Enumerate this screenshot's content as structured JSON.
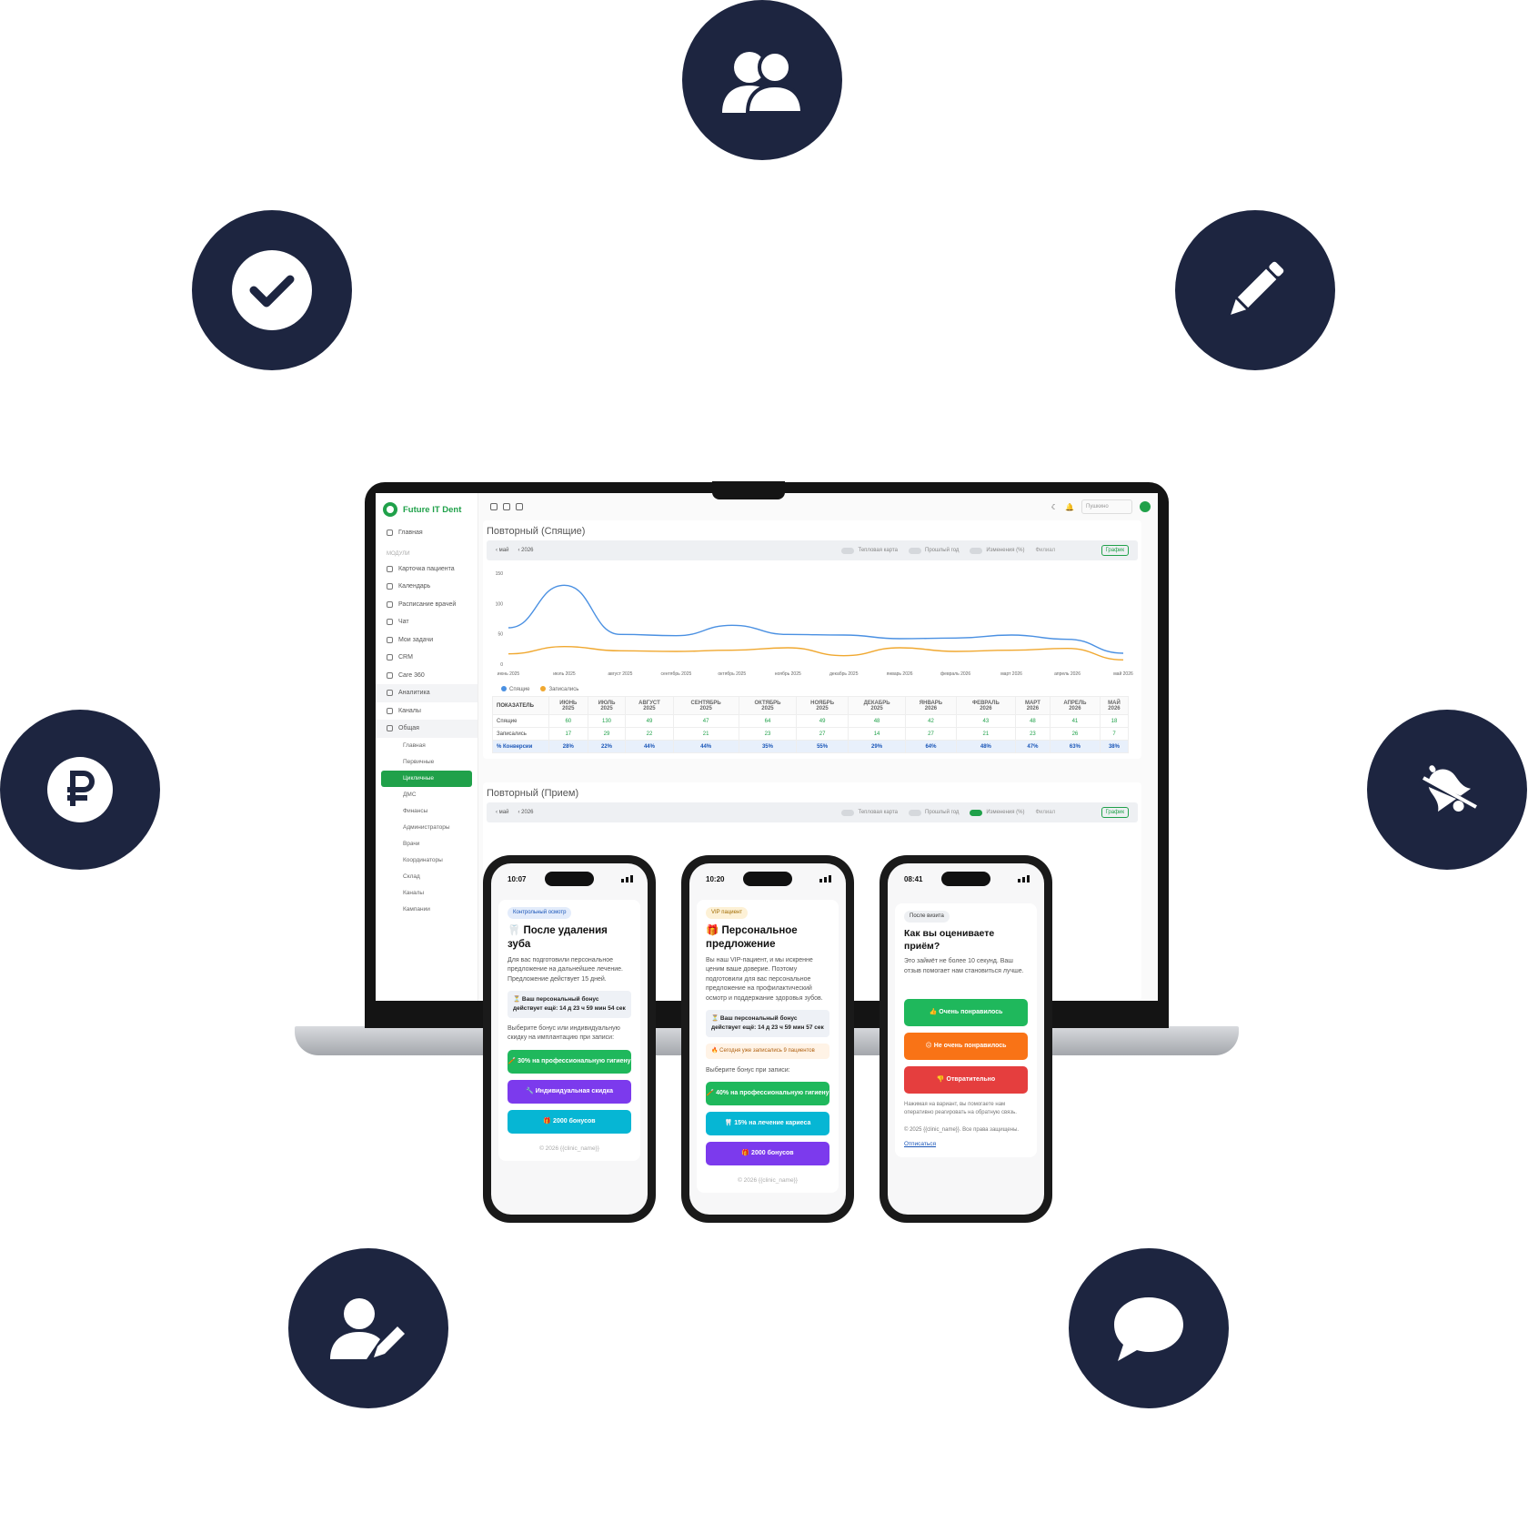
{
  "app": {
    "brand": "Future IT Dent",
    "sidebar": {
      "top_item": "Главная",
      "section_label": "Модули",
      "items": [
        "Карточка пациента",
        "Календарь",
        "Расписание врачей",
        "Чат",
        "Мои задачи",
        "CRM",
        "Care 360",
        "Аналитика"
      ],
      "analytics_items": [
        "Каналы",
        "Общая"
      ],
      "sub_items": [
        "Главная",
        "Первичные",
        "Цикличные",
        "ДМС",
        "Финансы",
        "Администраторы",
        "Врачи",
        "Координаторы",
        "Склад",
        "Каналы",
        "Кампании"
      ],
      "active_sub": "Цикличные"
    },
    "topbar": {
      "select_placeholder": "Пушкино"
    },
    "panel1": {
      "title": "Повторный (Спящие)",
      "nav_month": "май",
      "nav_year": "2026",
      "toggles": [
        "Тепловая карта",
        "Прошлый год",
        "Изменения (%)"
      ],
      "select": "Филиал",
      "graph_button": "График"
    },
    "panel2": {
      "title": "Повторный (Прием)",
      "nav_month": "май",
      "nav_year": "2026",
      "toggles": [
        "Тепловая карта",
        "Прошлый год",
        "Изменения (%)"
      ],
      "select": "Филиал",
      "graph_button": "График"
    },
    "table": {
      "header_label": "ПОКАЗАТЕЛЬ",
      "columns": [
        [
          "ИЮНЬ",
          "2025"
        ],
        [
          "ИЮЛЬ",
          "2025"
        ],
        [
          "АВГУСТ",
          "2025"
        ],
        [
          "СЕНТЯБРЬ",
          "2025"
        ],
        [
          "ОКТЯБРЬ",
          "2025"
        ],
        [
          "НОЯБРЬ",
          "2025"
        ],
        [
          "ДЕКАБРЬ",
          "2025"
        ],
        [
          "ЯНВАРЬ",
          "2026"
        ],
        [
          "ФЕВРАЛЬ",
          "2026"
        ],
        [
          "МАРТ",
          "2026"
        ],
        [
          "АПРЕЛЬ",
          "2026"
        ],
        [
          "МАЙ",
          "2026"
        ]
      ],
      "rows": [
        {
          "label": "Спящие",
          "values": [
            "60",
            "130",
            "49",
            "47",
            "64",
            "49",
            "48",
            "42",
            "43",
            "48",
            "41",
            "18"
          ]
        },
        {
          "label": "Записались",
          "values": [
            "17",
            "29",
            "22",
            "21",
            "23",
            "27",
            "14",
            "27",
            "21",
            "23",
            "26",
            "7"
          ]
        },
        {
          "label": "% Конверсии",
          "values": [
            "28%",
            "22%",
            "44%",
            "44%",
            "35%",
            "55%",
            "29%",
            "64%",
            "48%",
            "47%",
            "63%",
            "38%"
          ]
        }
      ]
    }
  },
  "chart_data": {
    "type": "line",
    "x": [
      "июнь 2025",
      "июль 2025",
      "август 2025",
      "сентябрь 2025",
      "октябрь 2025",
      "ноябрь 2025",
      "декабрь 2025",
      "январь 2026",
      "февраль 2026",
      "март 2026",
      "апрель 2026",
      "май 2026"
    ],
    "yticks": [
      "150",
      "100",
      "50",
      "0"
    ],
    "ylim": [
      0,
      150
    ],
    "series": [
      {
        "name": "Спящие",
        "color": "#4a90e2",
        "values": [
          60,
          130,
          49,
          47,
          64,
          49,
          48,
          42,
          43,
          48,
          41,
          18
        ]
      },
      {
        "name": "Записались",
        "color": "#f0a830",
        "values": [
          17,
          29,
          22,
          21,
          23,
          27,
          14,
          27,
          21,
          23,
          26,
          7
        ]
      }
    ],
    "legend_position": "bottom-left",
    "grid": false
  },
  "phones": [
    {
      "time": "10:07",
      "badge": "Контрольный осмотр",
      "title": "🦷 После удаления зуба",
      "body": "Для вас подготовили персональное предложение на дальнейшее лечение. Предложение действует 15 дней.",
      "timer": "⏳ Ваш персональный бонус действует ещё: 14 д 23 ч 59 мин 54 сек",
      "prompt": "Выберите бонус или индивидуальную скидку на имплантацию при записи:",
      "buttons": [
        "🪥 30% на профессиональную гигиену",
        "🔧 Индивидуальная скидка",
        "🎁 2000 бонусов"
      ],
      "footer": "© 2026 {{clinic_name}}"
    },
    {
      "time": "10:20",
      "badge": "VIP пациент",
      "title": "🎁 Персональное предложение",
      "body": "Вы наш VIP-пациент, и мы искренне ценим ваше доверие. Поэтому подготовили для вас персональное предложение на профилактический осмотр и поддержание здоровья зубов.",
      "timer": "⏳ Ваш персональный бонус действует ещё: 14 д 23 ч 59 мин 57 сек",
      "hot": "🔥 Сегодня уже записались 9 пациентов",
      "prompt": "Выберите бонус при записи:",
      "buttons": [
        "🪥 40% на профессиональную гигиену",
        "🦷 15% на лечение кариеса",
        "🎁 2000 бонусов"
      ],
      "footer": "© 2026 {{clinic_name}}"
    },
    {
      "time": "08:41",
      "badge": "После визита",
      "title": "Как вы оцениваете приём?",
      "body": "Это займёт не более 10 секунд. Ваш отзыв помогает нам становиться лучше.",
      "buttons": [
        "👍 Очень понравилось",
        "😐 Не очень понравилось",
        "👎 Отвратительно"
      ],
      "note": "Нажимая на вариант, вы помогаете нам оперативно реагировать на обратную связь.",
      "footer": "© 2025 {{clinic_name}}. Все права защищены.",
      "unsubscribe": "Отписаться"
    }
  ],
  "feature_icons": [
    "users-icon",
    "pencil-icon",
    "bell-icon",
    "chat-bubble-icon",
    "user-edit-icon",
    "ruble-icon",
    "check-icon"
  ]
}
